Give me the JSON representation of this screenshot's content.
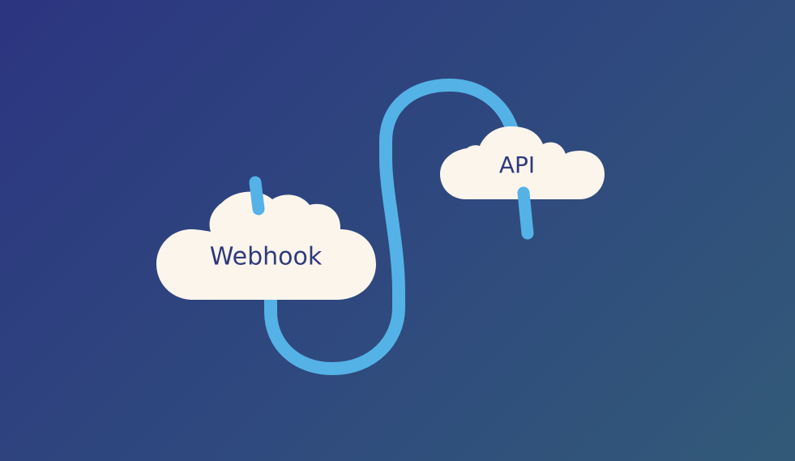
{
  "diagram": {
    "nodes": [
      {
        "id": "webhook",
        "label": "Webhook"
      },
      {
        "id": "api",
        "label": "API"
      }
    ],
    "connection": {
      "from": "webhook",
      "to": "api"
    },
    "colors": {
      "background_start": "#2c3580",
      "background_end": "#325a78",
      "cloud_fill": "#fcf5ec",
      "cable": "#54b2e6",
      "label_text": "#2f3b7c"
    }
  }
}
